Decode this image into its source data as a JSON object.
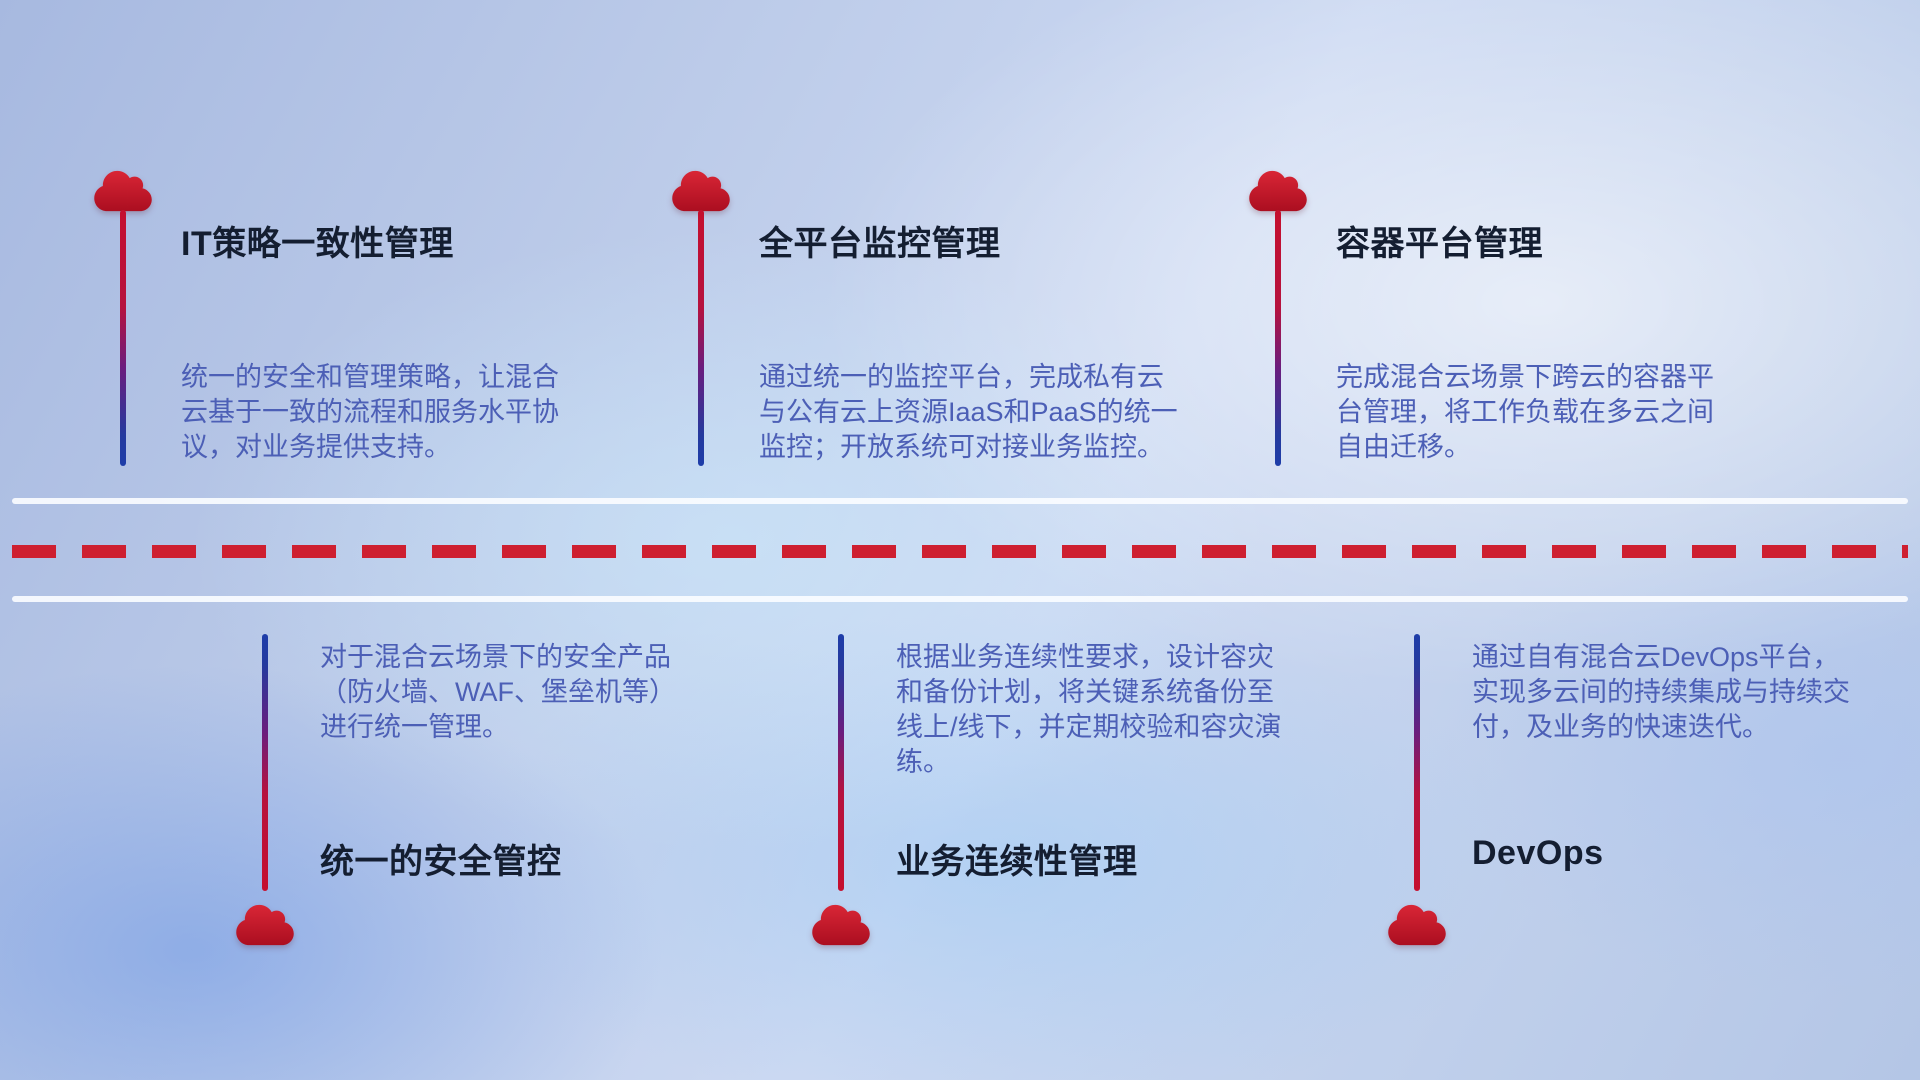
{
  "colors": {
    "cloud_red": "#c9202e",
    "line_red": "#c50f2e",
    "line_blue": "#1e3da9",
    "dash_red": "#ce1f30",
    "white_line": "#fafcff",
    "title_text": "#141e31",
    "description_text": "#4c5fb6",
    "background_base": "#bccbe9"
  },
  "top_items": [
    {
      "icon": "cloud-icon",
      "title": "IT策略一致性管理",
      "description": "统一的安全和管理策略，让混合云基于一致的流程和服务水平协议，对业务提供支持。"
    },
    {
      "icon": "cloud-icon",
      "title": "全平台监控管理",
      "description": "通过统一的监控平台，完成私有云与公有云上资源IaaS和PaaS的统一监控；开放系统可对接业务监控。"
    },
    {
      "icon": "cloud-icon",
      "title": "容器平台管理",
      "description": "完成混合云场景下跨云的容器平台管理，将工作负载在多云之间自由迁移。"
    }
  ],
  "bottom_items": [
    {
      "icon": "cloud-icon",
      "title": "统一的安全管控",
      "description": "对于混合云场景下的安全产品（防火墙、WAF、堡垒机等）进行统一管理。"
    },
    {
      "icon": "cloud-icon",
      "title": "业务连续性管理",
      "description": "根据业务连续性要求，设计容灾和备份计划，将关键系统备份至线上/线下，并定期校验和容灾演练。"
    },
    {
      "icon": "cloud-icon",
      "title": "DevOps",
      "description": "通过自有混合云DevOps平台，实现多云间的持续集成与持续交付，及业务的快速迭代。"
    }
  ]
}
